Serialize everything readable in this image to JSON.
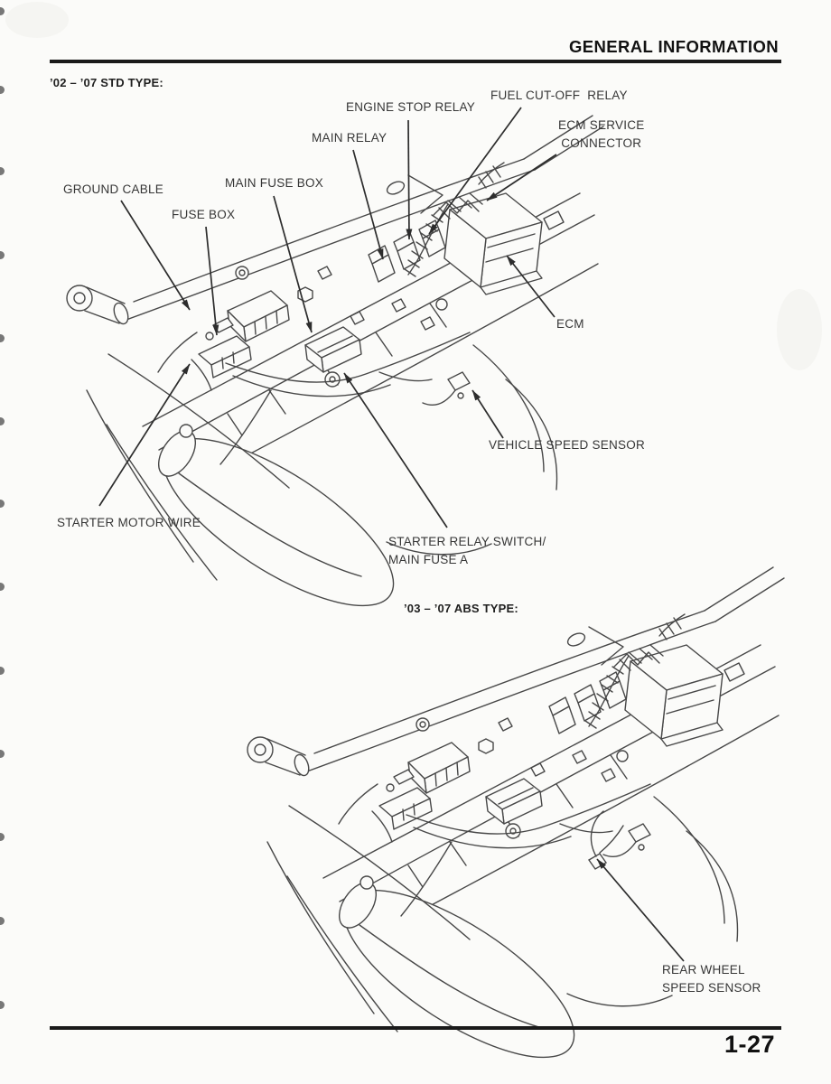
{
  "header": {
    "title": "GENERAL INFORMATION"
  },
  "footer": {
    "page_number": "1-27"
  },
  "colors": {
    "paper": "#fbfbf9",
    "ink": "#363636",
    "rule": "#1a1a1a",
    "art_line": "#454545"
  },
  "std_diagram": {
    "heading": "’02 – ’07 STD TYPE:",
    "labels": {
      "ground_cable": "GROUND CABLE",
      "fuse_box": "FUSE BOX",
      "main_fuse_box": "MAIN FUSE BOX",
      "main_relay": "MAIN RELAY",
      "engine_stop_relay": "ENGINE STOP RELAY",
      "fuel_cut_off_relay": "FUEL CUT-OFF  RELAY",
      "ecm_service_connector": "ECM SERVICE\nCONNECTOR",
      "ecm": "ECM",
      "vehicle_speed_sensor": "VEHICLE SPEED SENSOR",
      "starter_motor_wire": "STARTER MOTOR WIRE",
      "starter_relay_switch_main_fuse_a": "STARTER RELAY SWITCH/\nMAIN FUSE A"
    }
  },
  "abs_diagram": {
    "heading": "’03 – ’07 ABS TYPE:",
    "labels": {
      "rear_wheel_speed_sensor": "REAR WHEEL\nSPEED SENSOR"
    }
  }
}
